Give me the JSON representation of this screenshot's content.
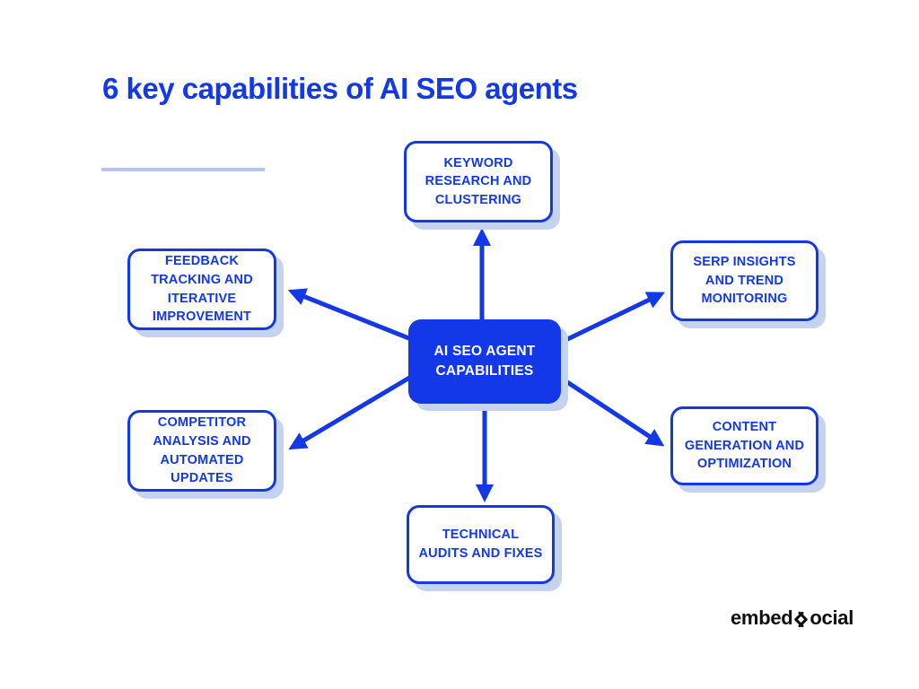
{
  "theme": {
    "accent": "#1338e8",
    "shadow": "#c5d2f0",
    "underline": "#b7c7ec",
    "logo": "#0e0e10",
    "bg": "#ffffff"
  },
  "header": {
    "title": "6 key capabilities of AI SEO agents"
  },
  "diagram": {
    "center": {
      "id": "ai-seo-agent-capabilities",
      "label": "AI SEO AGENT\nCAPABILITIES"
    },
    "nodes": [
      {
        "id": "keyword-research",
        "position": "top",
        "label": "KEYWORD\nRESEARCH AND\nCLUSTERING"
      },
      {
        "id": "serp-insights",
        "position": "top-right",
        "label": "SERP INSIGHTS\nAND TREND\nMONITORING"
      },
      {
        "id": "content-generation",
        "position": "bottom-right",
        "label": "CONTENT\nGENERATION AND\nOPTIMIZATION"
      },
      {
        "id": "technical-audits",
        "position": "bottom",
        "label": "TECHNICAL\nAUDITS AND FIXES"
      },
      {
        "id": "competitor-analysis",
        "position": "bottom-left",
        "label": "COMPETITOR\nANALYSIS AND\nAUTOMATED\nUPDATES"
      },
      {
        "id": "feedback-tracking",
        "position": "top-left",
        "label": "FEEDBACK\nTRACKING AND\nITERATIVE\nIMPROVEMENT"
      }
    ],
    "connections": [
      "center-to-top",
      "center-to-top-right",
      "center-to-bottom-right",
      "center-to-bottom",
      "center-to-bottom-left",
      "center-to-top-left"
    ]
  },
  "footer": {
    "logo_prefix": "embed",
    "logo_suffix": "ocial",
    "logo_mark_icon": "interlocked-chevrons"
  }
}
